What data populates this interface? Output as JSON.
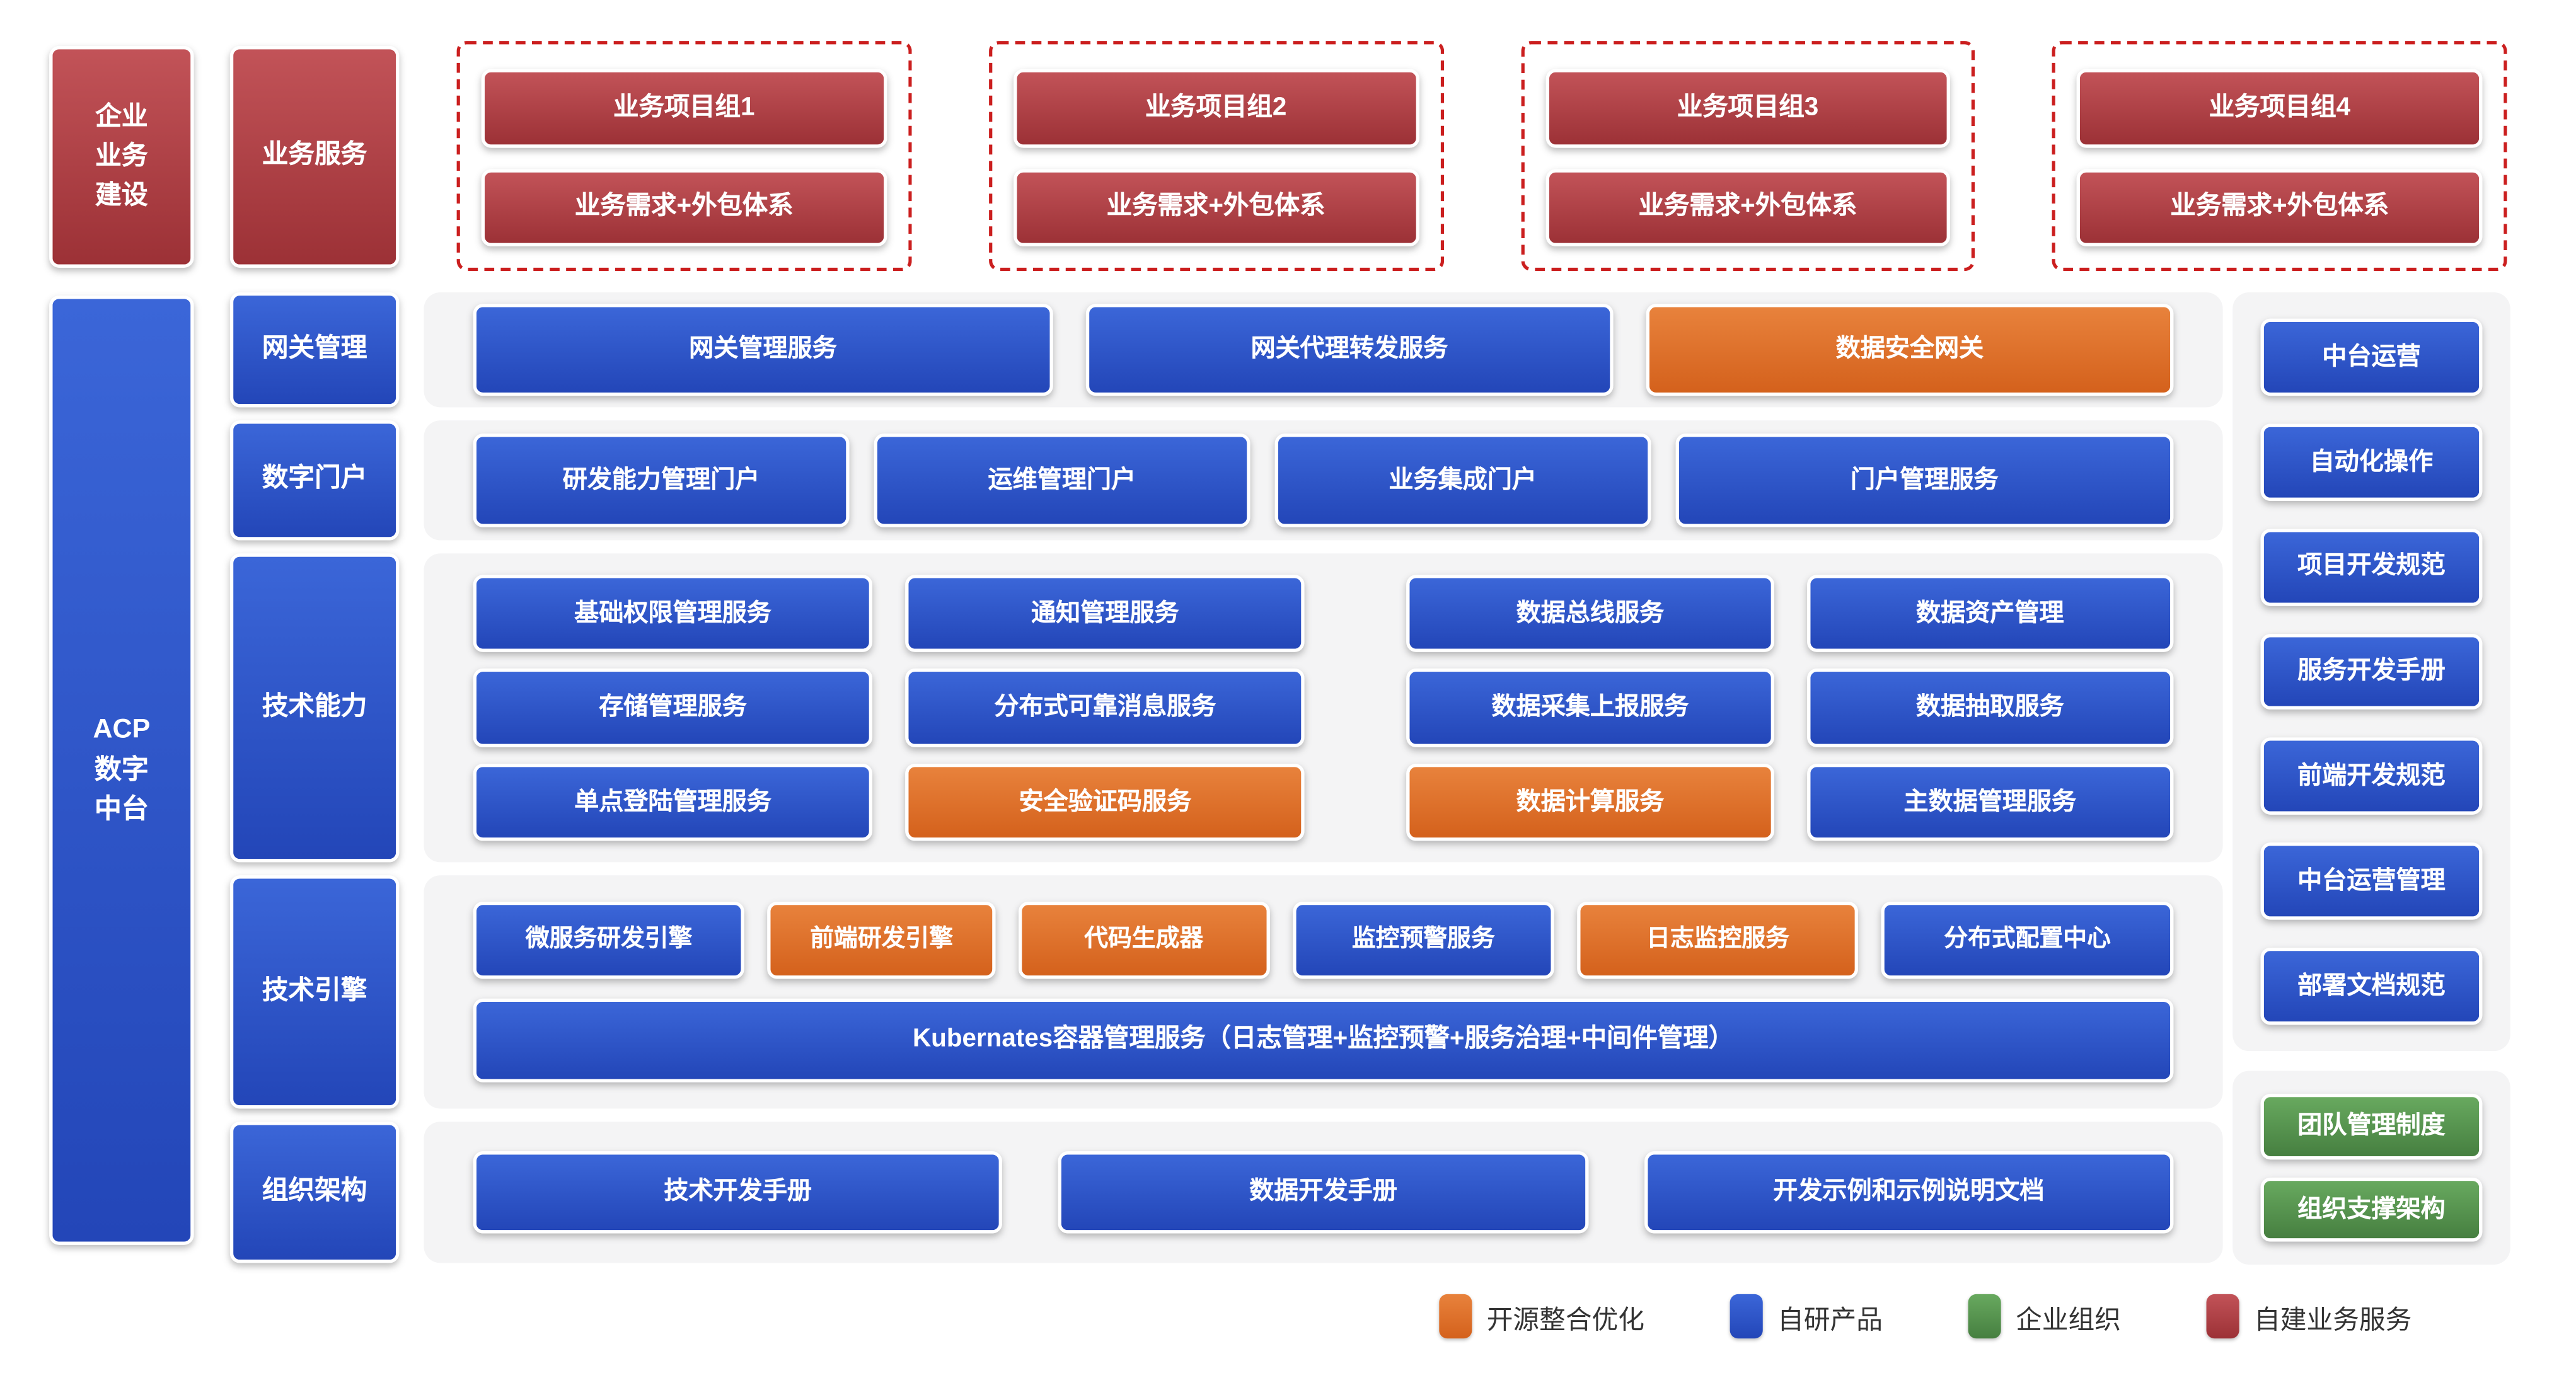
{
  "palette": {
    "blue": "#2d54cc",
    "orange": "#dd6b24",
    "green": "#55944d",
    "red": "#ab3a3f",
    "panel_bg": "#f4f4f5",
    "dashed_border": "#cb1f1f"
  },
  "top": {
    "build_label": "企业\n业务\n建设",
    "service_label": "业务服务"
  },
  "groups": [
    {
      "title": "业务项目组1",
      "subtitle": "业务需求+外包体系"
    },
    {
      "title": "业务项目组2",
      "subtitle": "业务需求+外包体系"
    },
    {
      "title": "业务项目组3",
      "subtitle": "业务需求+外包体系"
    },
    {
      "title": "业务项目组4",
      "subtitle": "业务需求+外包体系"
    }
  ],
  "platform": {
    "label": "ACP\n数字\n中台"
  },
  "sections": {
    "gateway": {
      "label": "网关管理",
      "blocks": [
        {
          "label": "网关管理服务",
          "color": "blue"
        },
        {
          "label": "网关代理转发服务",
          "color": "blue"
        },
        {
          "label": "数据安全网关",
          "color": "orange"
        }
      ]
    },
    "portal": {
      "label": "数字门户",
      "blocks": [
        {
          "label": "研发能力管理门户",
          "color": "blue"
        },
        {
          "label": "运维管理门户",
          "color": "blue"
        },
        {
          "label": "业务集成门户",
          "color": "blue"
        },
        {
          "label": "门户管理服务",
          "color": "blue"
        }
      ]
    },
    "capability": {
      "label": "技术能力",
      "rows": [
        [
          {
            "label": "基础权限管理服务",
            "color": "blue"
          },
          {
            "label": "通知管理服务",
            "color": "blue"
          },
          {
            "label": "数据总线服务",
            "color": "blue"
          },
          {
            "label": "数据资产管理",
            "color": "blue"
          }
        ],
        [
          {
            "label": "存储管理服务",
            "color": "blue"
          },
          {
            "label": "分布式可靠消息服务",
            "color": "blue"
          },
          {
            "label": "数据采集上报服务",
            "color": "blue"
          },
          {
            "label": "数据抽取服务",
            "color": "blue"
          }
        ],
        [
          {
            "label": "单点登陆管理服务",
            "color": "blue"
          },
          {
            "label": "安全验证码服务",
            "color": "orange"
          },
          {
            "label": "数据计算服务",
            "color": "orange"
          },
          {
            "label": "主数据管理服务",
            "color": "blue"
          }
        ]
      ]
    },
    "engine": {
      "label": "技术引擎",
      "blocks": [
        {
          "label": "微服务研发引擎",
          "color": "blue"
        },
        {
          "label": "前端研发引擎",
          "color": "orange"
        },
        {
          "label": "代码生成器",
          "color": "orange"
        },
        {
          "label": "监控预警服务",
          "color": "blue"
        },
        {
          "label": "日志监控服务",
          "color": "orange"
        },
        {
          "label": "分布式配置中心",
          "color": "blue"
        }
      ],
      "kube_label": "Kubernates容器管理服务（日志管理+监控预警+服务治理+中间件管理）"
    },
    "org": {
      "label": "组织架构",
      "blocks": [
        {
          "label": "技术开发手册",
          "color": "blue"
        },
        {
          "label": "数据开发手册",
          "color": "blue"
        },
        {
          "label": "开发示例和示例说明文档",
          "color": "blue"
        }
      ]
    }
  },
  "right": {
    "group1": [
      "中台运营",
      "自动化操作",
      "项目开发规范",
      "服务开发手册",
      "前端开发规范",
      "中台运营管理",
      "部署文档规范"
    ],
    "group2": [
      "团队管理制度",
      "组织支撑架构"
    ]
  },
  "legend": {
    "items": [
      {
        "label": "开源整合优化",
        "color": "orange"
      },
      {
        "label": "自研产品",
        "color": "blue"
      },
      {
        "label": "企业组织",
        "color": "green"
      },
      {
        "label": "自建业务服务",
        "color": "red"
      }
    ]
  }
}
